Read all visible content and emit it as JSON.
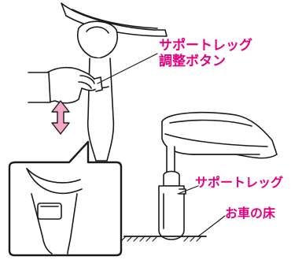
{
  "labels": {
    "adjust_button_line1": "サポートレッグ",
    "adjust_button_line2": "調整ボタン",
    "support_leg": "サポートレッグ",
    "car_floor": "お車の床"
  },
  "colors": {
    "accent": "#e6007e",
    "line": "#1a1a1a",
    "arrow_fill": "#f4a7c8"
  },
  "icons": {
    "up_down_arrow": "double-headed-vertical-arrow"
  }
}
